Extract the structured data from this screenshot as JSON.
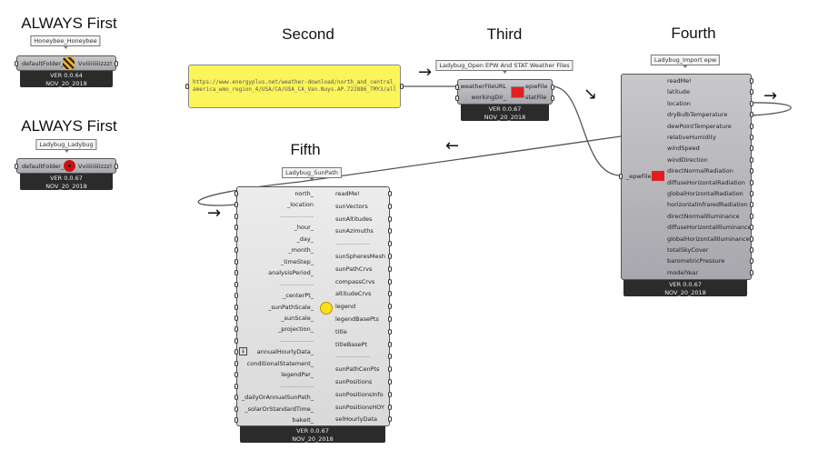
{
  "titles": {
    "first1": "ALWAYS First",
    "first2": "ALWAYS First",
    "second": "Second",
    "third": "Third",
    "fourth": "Fourth",
    "fifth": "Fifth"
  },
  "honeybee": {
    "tag": "Honeybee_Honeybee",
    "input": "defaultFolder_",
    "output": "Vviiiiiiiiizzz!",
    "version": "VER 0.0.64",
    "date": "NOV_20_2018",
    "icon": "honeybee-icon",
    "icon_color": "#f0b020"
  },
  "ladybug": {
    "tag": "Ladybug_Ladybug",
    "input": "defaultFolder_",
    "output": "Vviiiiiiiiizzz!",
    "version": "VER 0.0.67",
    "date": "NOV_20_2018",
    "icon": "ladybug-icon",
    "icon_color": "#d01010"
  },
  "panel": {
    "text": "https://www.energyplus.net/weather-download/north_and_central_america_wmo_region_4/USA/CA/USA_CA_Van.Nuys.AP.722886_TMY3/all",
    "color": "#fbf55a"
  },
  "open_epw": {
    "tag": "Ladybug_Open EPW And STAT Weather Files",
    "inputs": [
      "_weatherFileURL",
      "workingDir_"
    ],
    "outputs": [
      "epwFile",
      "statFile"
    ],
    "version": "VER 0.0.67",
    "date": "NOV_20_2018"
  },
  "import_epw": {
    "tag": "Ladybug_Import epw",
    "input": "_epwFile",
    "outputs": [
      "readMe!",
      "latitude",
      "location",
      "dryBulbTemperature",
      "dewPointTemperature",
      "relativeHumidity",
      "windSpeed",
      "windDirection",
      "directNormalRadiation",
      "diffuseHorizontalRadiation",
      "globalHorizontalRadiation",
      "horizontalInfraredRadiation",
      "directNormalIlluminance",
      "diffuseHorizontalIlluminance",
      "globalHorizontalIlluminance",
      "totalSkyCover",
      "barometricPressure",
      "modelYear"
    ],
    "version": "VER 0.0.67",
    "date": "NOV_20_2018"
  },
  "sunpath": {
    "tag": "Ladybug_SunPath",
    "inputs": [
      "north_",
      "_location",
      "----------------",
      "_hour_",
      "_day_",
      "_month_",
      "_timeStep_",
      "analysisPeriod_",
      "----------------",
      "_centerPt_",
      "_sunPathScale_",
      "_sunScale_",
      "_projection_",
      "----------------",
      "annualHourlyData_",
      "conditionalStatement_",
      "legendPar_",
      "----------------",
      "_dailyOrAnnualSunPath_",
      "_solarOrStandardTime_",
      "bakeIt_"
    ],
    "outputs": [
      "readMe!",
      "sunVectors",
      "sunAltitudes",
      "sunAzimuths",
      "----------------",
      "sunSpheresMesh",
      "sunPathCrvs",
      "compassCrvs",
      "altitudeCrvs",
      "legend",
      "legendBasePts",
      "title",
      "titleBasePt",
      "----------------",
      "sunPathCenPts",
      "sunPositions",
      "sunPositionsInfo",
      "sunPositionsHOY",
      "selHourlyData"
    ],
    "version": "VER 0.0.67",
    "date": "NOV_20_2018"
  },
  "arrows": {
    "a1": "→",
    "a2": "↘",
    "a3": "→",
    "a4": "←",
    "a5": "→"
  }
}
